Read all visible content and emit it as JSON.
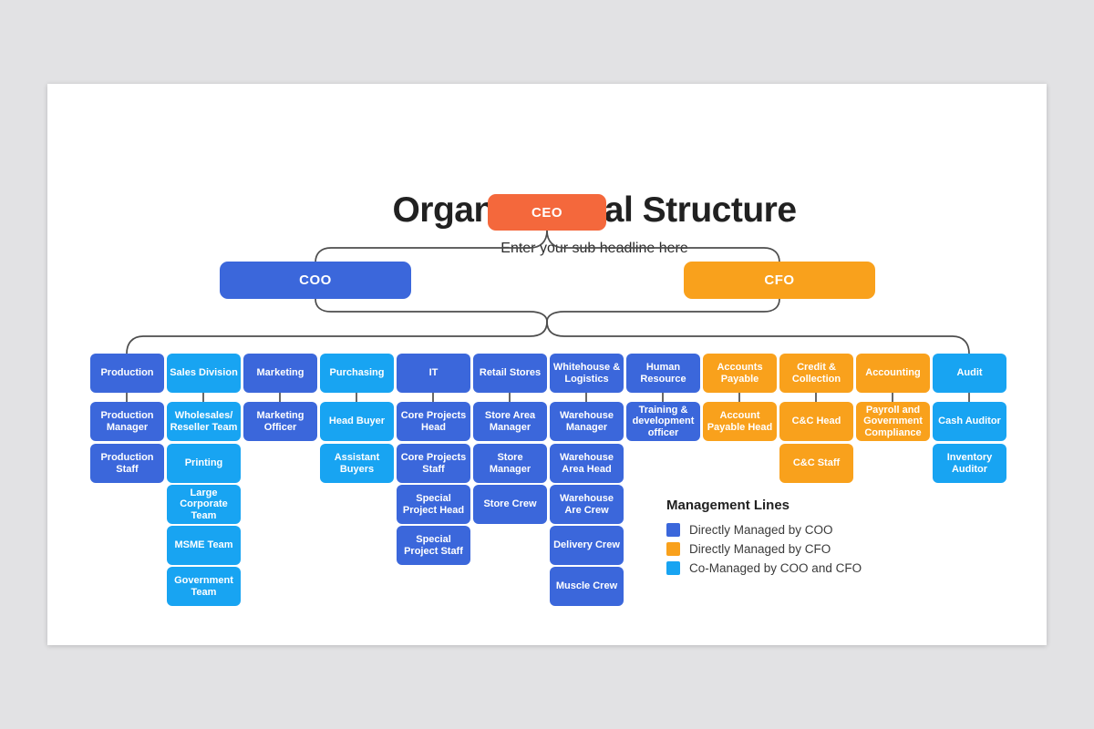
{
  "header": {
    "title": "Organizational Structure",
    "subtitle": "Enter your sub headline here"
  },
  "colors": {
    "ceo": "#F4683C",
    "coo": "#3B67DB",
    "cfo": "#F9A11C",
    "co": "#18A4F2",
    "connector": "#4D4D4D",
    "page_background": "#E2E2E4",
    "card_background": "#FFFFFF"
  },
  "org": {
    "ceo": {
      "label": "CEO",
      "role": "ceo"
    },
    "coo": {
      "label": "COO",
      "role": "coo"
    },
    "cfo": {
      "label": "CFO",
      "role": "cfo"
    },
    "columns": [
      {
        "name": "production",
        "cells": [
          {
            "label": "Production",
            "role": "coo"
          },
          {
            "label": "Production Manager",
            "role": "coo"
          },
          {
            "label": "Production Staff",
            "role": "coo"
          }
        ]
      },
      {
        "name": "sales-division",
        "cells": [
          {
            "label": "Sales Division",
            "role": "co"
          },
          {
            "label": "Wholesales/ Reseller Team",
            "role": "co"
          },
          {
            "label": "Printing",
            "role": "co"
          },
          {
            "label": "Large Corporate Team",
            "role": "co"
          },
          {
            "label": "MSME Team",
            "role": "co"
          },
          {
            "label": "Government Team",
            "role": "co"
          }
        ]
      },
      {
        "name": "marketing",
        "cells": [
          {
            "label": "Marketing",
            "role": "coo"
          },
          {
            "label": "Marketing Officer",
            "role": "coo"
          }
        ]
      },
      {
        "name": "purchasing",
        "cells": [
          {
            "label": "Purchasing",
            "role": "co"
          },
          {
            "label": "Head Buyer",
            "role": "co"
          },
          {
            "label": "Assistant Buyers",
            "role": "co"
          }
        ]
      },
      {
        "name": "it",
        "cells": [
          {
            "label": "IT",
            "role": "coo"
          },
          {
            "label": "Core Projects Head",
            "role": "coo"
          },
          {
            "label": "Core Projects Staff",
            "role": "coo"
          },
          {
            "label": "Special Project Head",
            "role": "coo"
          },
          {
            "label": "Special Project Staff",
            "role": "coo"
          }
        ]
      },
      {
        "name": "retail-stores",
        "cells": [
          {
            "label": "Retail Stores",
            "role": "coo"
          },
          {
            "label": "Store Area Manager",
            "role": "coo"
          },
          {
            "label": "Store Manager",
            "role": "coo"
          },
          {
            "label": "Store Crew",
            "role": "coo"
          }
        ]
      },
      {
        "name": "whitehouse-logistics",
        "cells": [
          {
            "label": "Whitehouse & Logistics",
            "role": "coo"
          },
          {
            "label": "Warehouse Manager",
            "role": "coo"
          },
          {
            "label": "Warehouse Area Head",
            "role": "coo"
          },
          {
            "label": "Warehouse Are Crew",
            "role": "coo"
          },
          {
            "label": "Delivery Crew",
            "role": "coo"
          },
          {
            "label": "Muscle Crew",
            "role": "coo"
          }
        ]
      },
      {
        "name": "human-resource",
        "cells": [
          {
            "label": "Human Resource",
            "role": "coo"
          },
          {
            "label": "Training & development officer",
            "role": "coo"
          }
        ]
      },
      {
        "name": "accounts-payable",
        "cells": [
          {
            "label": "Accounts Payable",
            "role": "cfo"
          },
          {
            "label": "Account Payable Head",
            "role": "cfo"
          }
        ]
      },
      {
        "name": "credit-collection",
        "cells": [
          {
            "label": "Credit & Collection",
            "role": "cfo"
          },
          {
            "label": "C&C Head",
            "role": "cfo"
          },
          {
            "label": "C&C Staff",
            "role": "cfo"
          }
        ]
      },
      {
        "name": "accounting",
        "cells": [
          {
            "label": "Accounting",
            "role": "cfo"
          },
          {
            "label": "Payroll and Government Compliance",
            "role": "cfo"
          }
        ]
      },
      {
        "name": "audit",
        "cells": [
          {
            "label": "Audit",
            "role": "co"
          },
          {
            "label": "Cash Auditor",
            "role": "co"
          },
          {
            "label": "Inventory Auditor",
            "role": "co"
          }
        ]
      }
    ]
  },
  "legend": {
    "title": "Management Lines",
    "items": [
      {
        "label": "Directly Managed by COO",
        "color": "#3B67DB"
      },
      {
        "label": "Directly Managed by CFO",
        "color": "#F9A11C"
      },
      {
        "label": "Co-Managed by COO and CFO",
        "color": "#18A4F2"
      }
    ]
  }
}
